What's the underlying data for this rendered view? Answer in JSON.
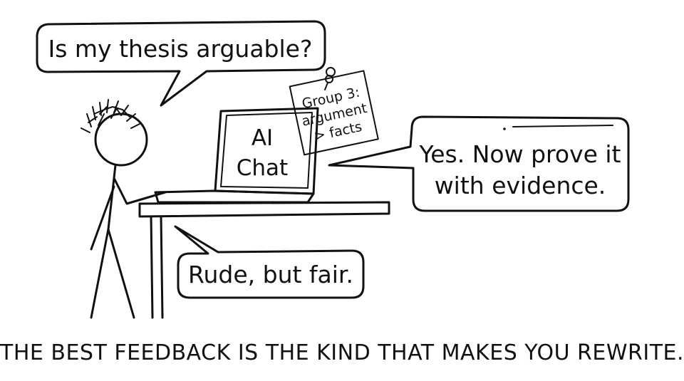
{
  "comic": {
    "student_bubble": "Is my thesis arguable?",
    "laptop_screen": [
      "AI",
      "Chat"
    ],
    "sticky_note": [
      "Group 3:",
      "argument",
      "> facts"
    ],
    "ai_reply": [
      "Yes. Now prove it",
      "with evidence."
    ],
    "student_reaction": "Rude, but fair.",
    "caption": "THE BEST FEEDBACK IS THE KIND THAT MAKES YOU REWRITE."
  }
}
